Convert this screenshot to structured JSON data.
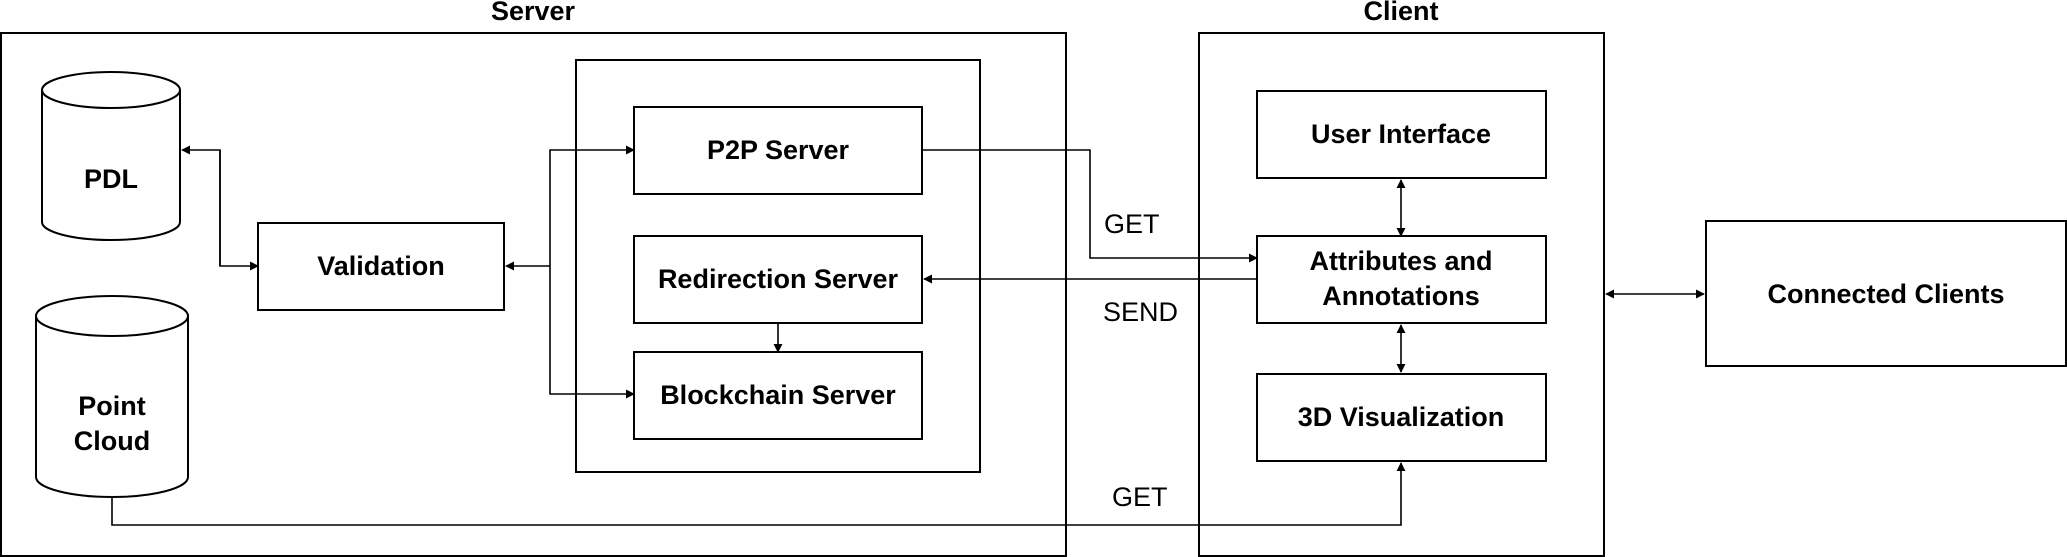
{
  "server": {
    "title": "Server",
    "pdl": "PDL",
    "point_cloud": [
      "Point",
      "Cloud"
    ],
    "validation": "Validation",
    "p2p_server": "P2P Server",
    "redirection_server": "Redirection Server",
    "blockchain_server": "Blockchain Server"
  },
  "client": {
    "title": "Client",
    "user_interface": "User Interface",
    "attributes_annotations": [
      "Attributes and",
      "Annotations"
    ],
    "visualization": "3D Visualization"
  },
  "connected_clients": "Connected Clients",
  "edge_labels": {
    "get_top": "GET",
    "send": "SEND",
    "get_bottom": "GET"
  }
}
